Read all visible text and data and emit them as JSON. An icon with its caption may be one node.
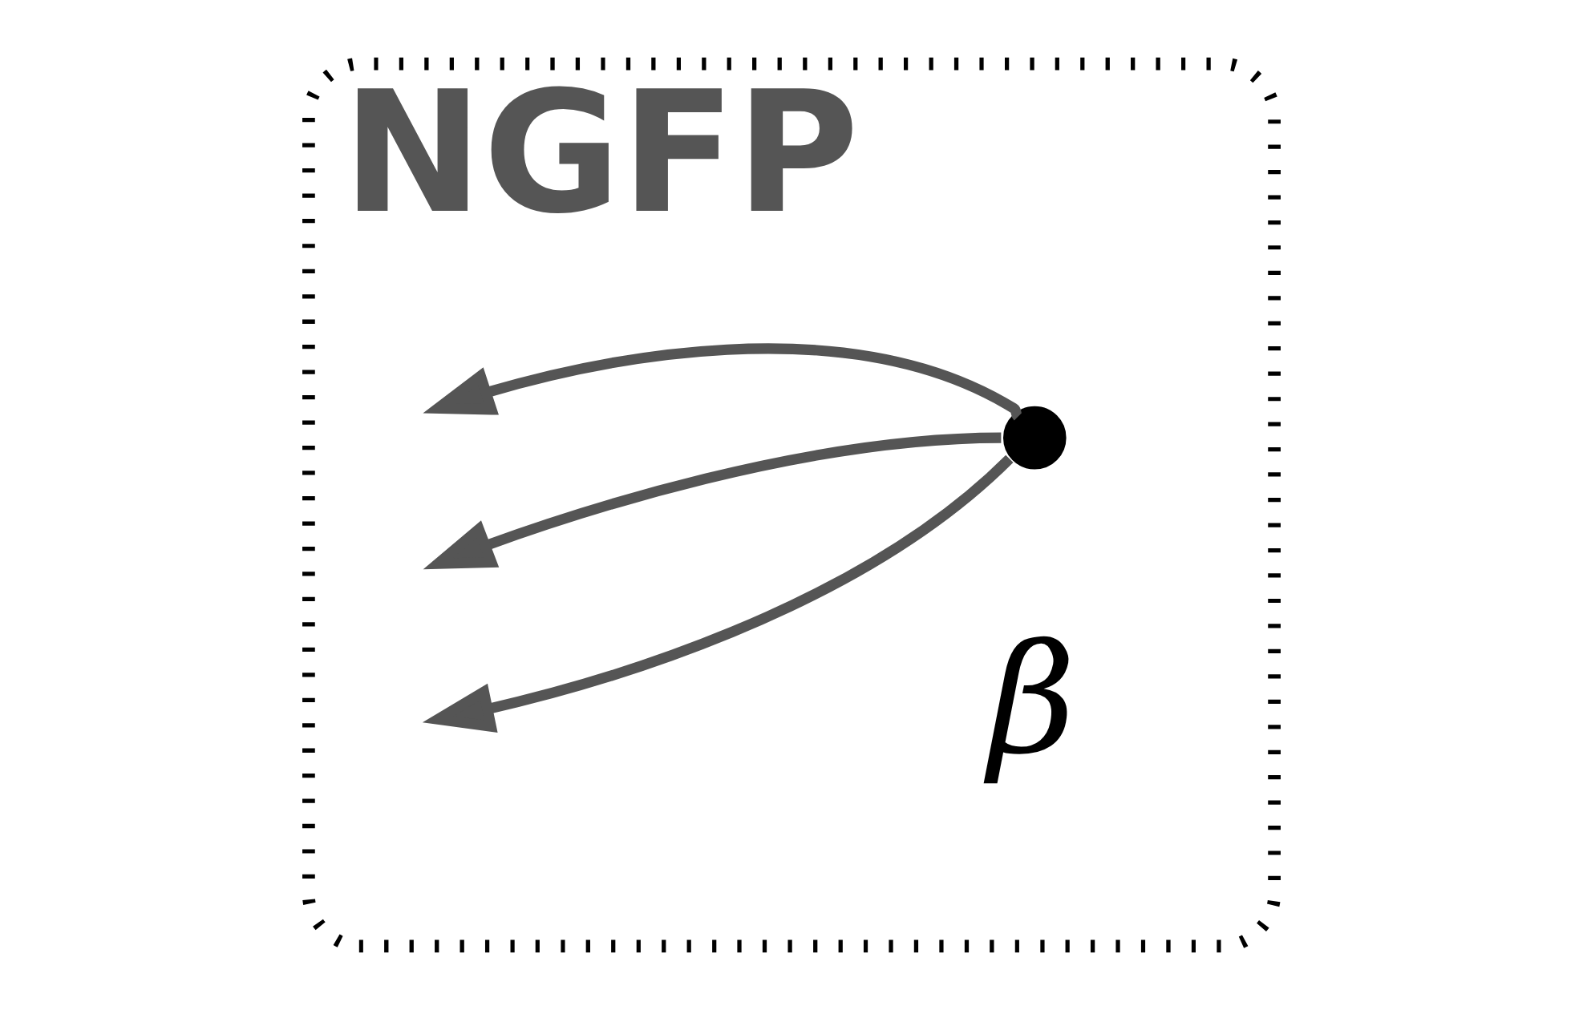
{
  "diagram": {
    "nodes": [
      {
        "text": [
          "NGFP"
        ]
      },
      {
        "text": [],
        "shape": "circle",
        "in": 0
      }
    ],
    "edges": [
      {
        "from": 1,
        "to": null,
        "arrow": "to"
      },
      {
        "from": 1,
        "to": null,
        "arrow": "to"
      },
      {
        "from": 1,
        "to": null,
        "arrow": "to"
      }
    ],
    "labels": [
      "β"
    ]
  }
}
